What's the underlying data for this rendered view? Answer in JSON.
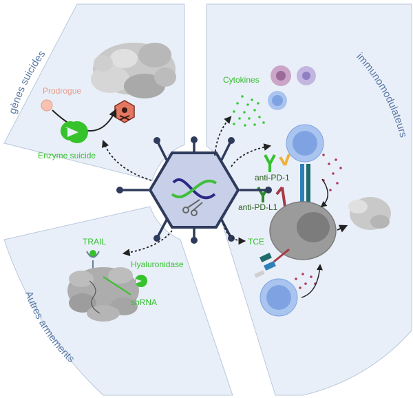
{
  "sections": {
    "suicide_genes": {
      "title": "gènes suicides",
      "prodrug": "Prodrogue",
      "enzyme": "Enzyme suicide"
    },
    "immunomodulators": {
      "title": "immunomodulateurs",
      "cytokines": "Cytokines",
      "anti_pd1": "anti-PD-1",
      "anti_pdl1": "anti-PD-L1",
      "tce": "TCE"
    },
    "other_armaments": {
      "title": "Autres armements",
      "trail": "TRAIL",
      "hyaluronidase": "Hyaluronidase",
      "shrna": "shRNA"
    }
  },
  "colors": {
    "panel_fill": "#e9eff8",
    "panel_stroke": "#b9c8dc",
    "title_text": "#5b7aa6",
    "green_text": "#34c12e",
    "prodrug_text": "#e79a88",
    "virus_fill": "#c7d0e8",
    "virus_stroke": "#2f3b5c"
  }
}
